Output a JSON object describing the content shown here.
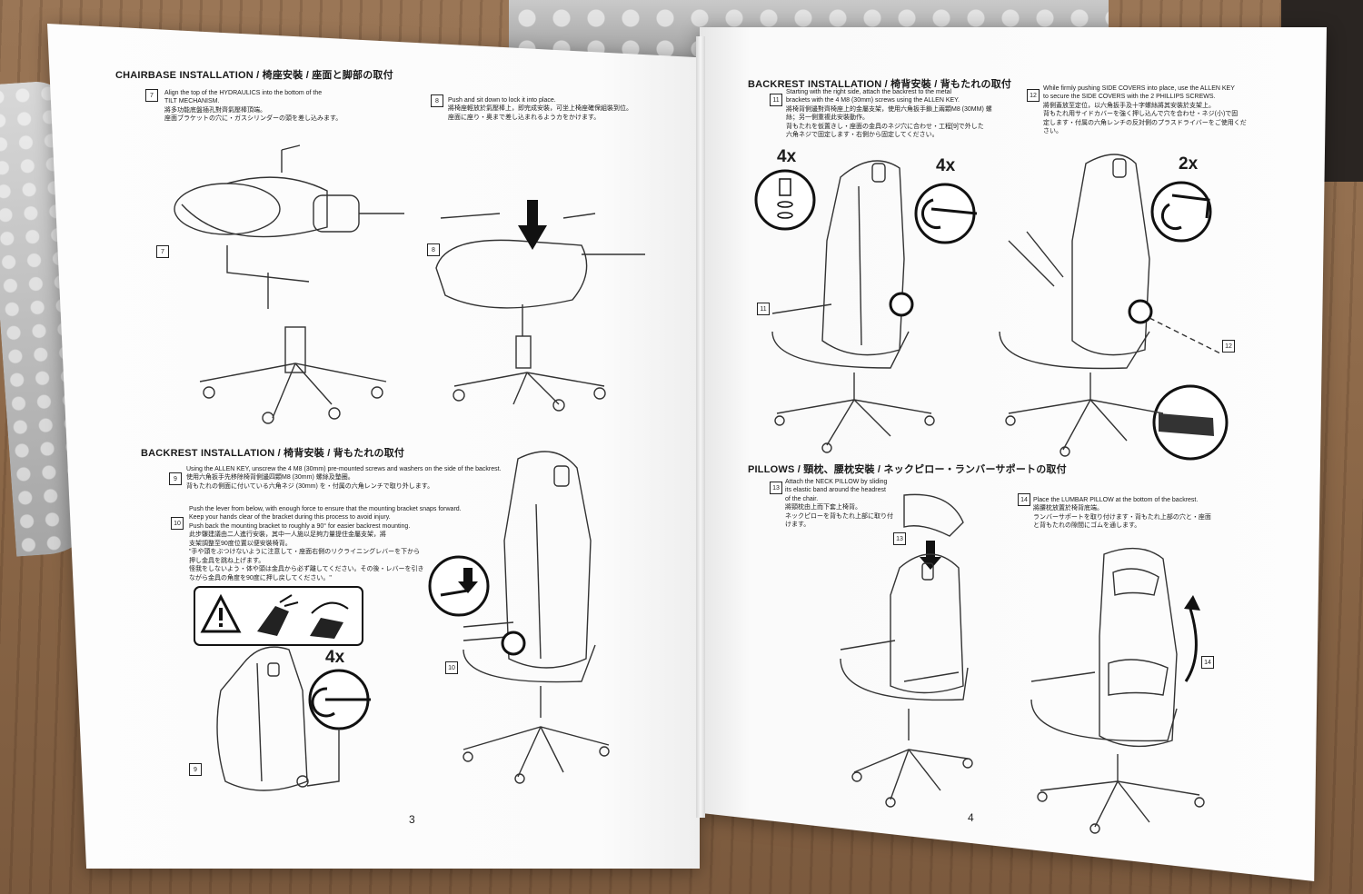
{
  "page3": {
    "chairbase": {
      "heading": "CHAIRBASE INSTALLATION / 椅座安裝 / 座面と脚部の取付",
      "step7": {
        "num": "7",
        "text": "Align the top of the HYDRAULICS into the bottom of the\nTILT MECHANISM.\n將多功能底盤插孔對齊氣壓棒頂端。\n座面ブラケットの穴に・ガスシリンダーの頭を差し込みます。"
      },
      "step8": {
        "num": "8",
        "text": "Push and sit down to lock it into place.\n將椅座輕放於氣壓棒上，即完成安裝，可坐上椅座確保組裝到位。\n座面に座り・奥まで差し込まれるようカをかけます。"
      }
    },
    "backrest": {
      "heading": "BACKREST INSTALLATION / 椅背安裝 / 背もたれの取付",
      "step9": {
        "num": "9",
        "text": "Using the ALLEN KEY, unscrew the 4 M8 (30mm) pre-mounted screws and washers on the side of the backrest.\n使用六角扳手先移除椅背側邊四顆M8 (30mm) 螺絲及墊圈。\n背もたれの側面に付いている六角ネジ (30mm) を・付属の六角レンチで取り外します。"
      },
      "step10": {
        "num": "10",
        "text": "Push the lever from below, with enough force to ensure that the mounting bracket snaps forward.\nKeep your hands clear of the bracket during this process to avoid injury.\nPush back the mounting bracket to roughly a 90° for easier backrest mounting.\n此步驟建議由二人進行安裝，其中一人施以足夠力量提住金屬支架，將\n支架調整至90度位置以便安裝椅背。\n\"手や頭をぶつけないように注意して・座面右側のリクライニングレバーを下から\n押し金具を跳ね上げます。\n怪我をしないよう・体や頭は金具から必ず離してください。その後・レバーを引き\nながら金具の角度を90度に押し戻してください。\""
      },
      "qty": "4x"
    },
    "page_number": "3"
  },
  "page4": {
    "backrest": {
      "heading": "BACKREST INSTALLATION / 椅背安裝 / 背もたれの取付",
      "step11": {
        "num": "11",
        "text": "Starting with the right side, attach the backrest to the metal\nbrackets with the 4 M8 (30mm) screws using the ALLEN KEY.\n將椅背側邊對齊椅座上的金屬支架，使用六角扳手鎖上兩顆M8 (30MM) 螺\n絲；另一側重複此安裝動作。\n背もたれを仮置きし・座面の金具のネジ穴に合わせ・工程[9]で外した\n六角ネジで固定します・右側から固定してください。"
      },
      "step12": {
        "num": "12",
        "text": "While firmly pushing SIDE COVERS into place, use the ALLEN KEY\nto secure the SIDE COVERS with the 2 PHILLIPS SCREWS.\n將側蓋放至定位，以六角扳手及十字螺絲將其安裝於支架上。\n背もたれ用サイドカバーを強く押し込んで穴を合わせ・ネジ(小)で固\n定します・付属の六角レンチの反対側のプラスドライバーをご使用くだ\nさい。"
      },
      "qty11a": "4x",
      "qty11b": "4x",
      "qty12": "2x"
    },
    "pillows": {
      "heading": "PILLOWS / 頸枕、腰枕安裝 / ネックピロー・ランバーサポートの取付",
      "step13": {
        "num": "13",
        "text": "Attach the NECK PILLOW by sliding\nits elastic band around the headrest\nof the chair.\n將頸枕由上而下套上椅背。\nネックピローを背もたれ上部に取り付\nけます。"
      },
      "step14": {
        "num": "14",
        "text": "Place the LUMBAR PILLOW at the bottom of the backrest.\n將腰枕放置於椅背底端。\nランバーサポートを取り付けます・背もたれ上部の穴と・座面\nと背もたれの隙間にゴムを通します。"
      }
    },
    "page_number": "4"
  },
  "icons": [
    "warning-icon",
    "hand-lever-icon",
    "arrow-up-icon",
    "arrow-down-icon",
    "screw-icon",
    "allen-key-icon"
  ]
}
